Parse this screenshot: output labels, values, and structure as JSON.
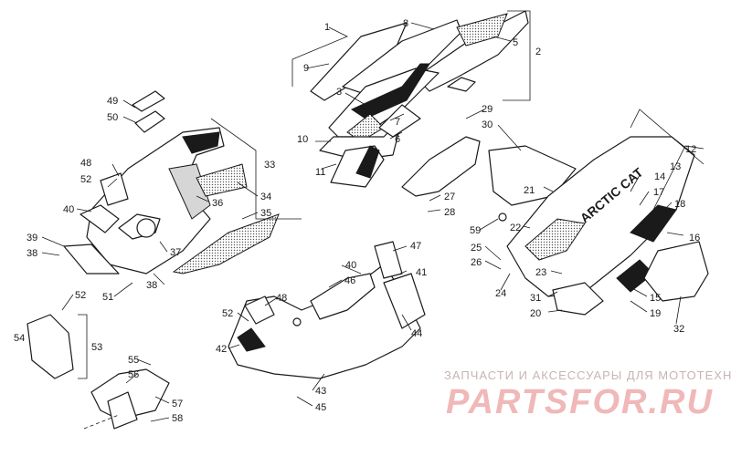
{
  "diagram": {
    "brand_label": "ARCTIC CAT",
    "callouts": [
      "1",
      "2",
      "3",
      "4",
      "5",
      "6",
      "7",
      "8",
      "9",
      "10",
      "11",
      "12",
      "13",
      "14",
      "15",
      "16",
      "17",
      "18",
      "19",
      "20",
      "21",
      "22",
      "23",
      "24",
      "25",
      "26",
      "27",
      "28",
      "29",
      "30",
      "31",
      "32",
      "33",
      "34",
      "35",
      "36",
      "37",
      "38",
      "39",
      "40",
      "41",
      "42",
      "43",
      "44",
      "45",
      "46",
      "47",
      "48",
      "49",
      "50",
      "51",
      "52",
      "53",
      "54",
      "55",
      "56",
      "57",
      "58",
      "59"
    ],
    "extra_callouts": [
      "38",
      "40",
      "52"
    ]
  },
  "watermark": {
    "tagline": "ЗАПЧАСТИ И АКСЕССУАРЫ ДЛЯ МОТОТЕХНИКИ",
    "logo": "PARTSFOR.RU"
  }
}
